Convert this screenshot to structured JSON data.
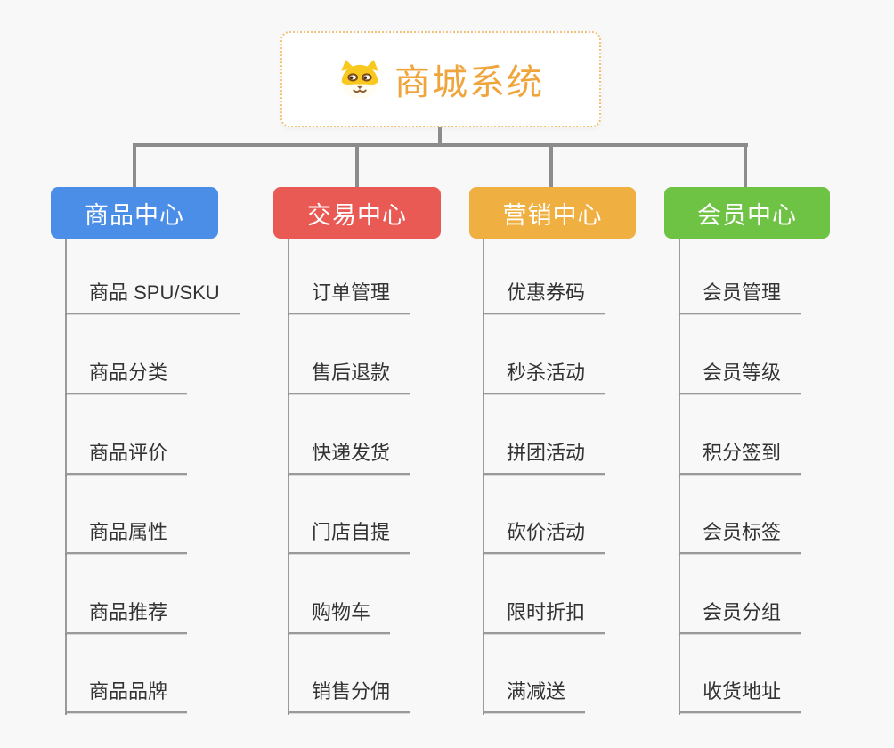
{
  "root": {
    "title": "商城系统",
    "icon": "dog-icon"
  },
  "branches": [
    {
      "label": "商品中心",
      "color": "#4a8ee8",
      "items": [
        "商品 SPU/SKU",
        "商品分类",
        "商品评价",
        "商品属性",
        "商品推荐",
        "商品品牌"
      ]
    },
    {
      "label": "交易中心",
      "color": "#e95a55",
      "items": [
        "订单管理",
        "售后退款",
        "快递发货",
        "门店自提",
        "购物车",
        "销售分佣"
      ]
    },
    {
      "label": "营销中心",
      "color": "#efaf41",
      "items": [
        "优惠券码",
        "秒杀活动",
        "拼团活动",
        "砍价活动",
        "限时折扣",
        "满减送"
      ]
    },
    {
      "label": "会员中心",
      "color": "#6ec344",
      "items": [
        "会员管理",
        "会员等级",
        "积分签到",
        "会员标签",
        "会员分组",
        "收货地址"
      ]
    }
  ],
  "colors": {
    "background": "#f8f8f8",
    "connector_line": "#8c8c8c",
    "item_line": "#999999",
    "item_text": "#333333",
    "root_title_text": "#f0a53c",
    "root_border": "#f2c279"
  }
}
